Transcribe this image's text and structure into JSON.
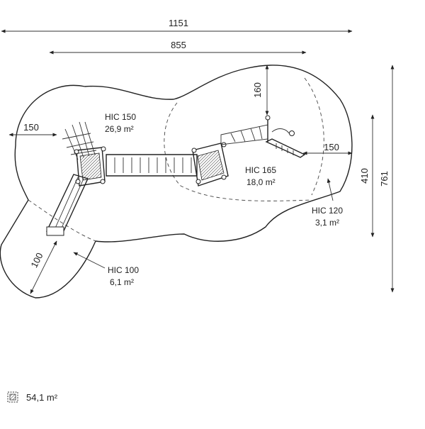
{
  "dimensions": {
    "overall_width": "1151",
    "inner_width": "855",
    "depth_top": "160",
    "left_clearance": "150",
    "right_clearance": "150",
    "right_height": "410",
    "overall_height": "761",
    "slide_exit": "100"
  },
  "zones": [
    {
      "label": "HIC 150",
      "area": "26,9 m²"
    },
    {
      "label": "HIC 165",
      "area": "18,0 m²"
    },
    {
      "label": "HIC 120",
      "area": "3,1 m²"
    },
    {
      "label": "HIC 100",
      "area": "6,1 m²"
    }
  ],
  "legend": {
    "icon": "hatched-area-icon",
    "total_area": "54,1 m²"
  }
}
